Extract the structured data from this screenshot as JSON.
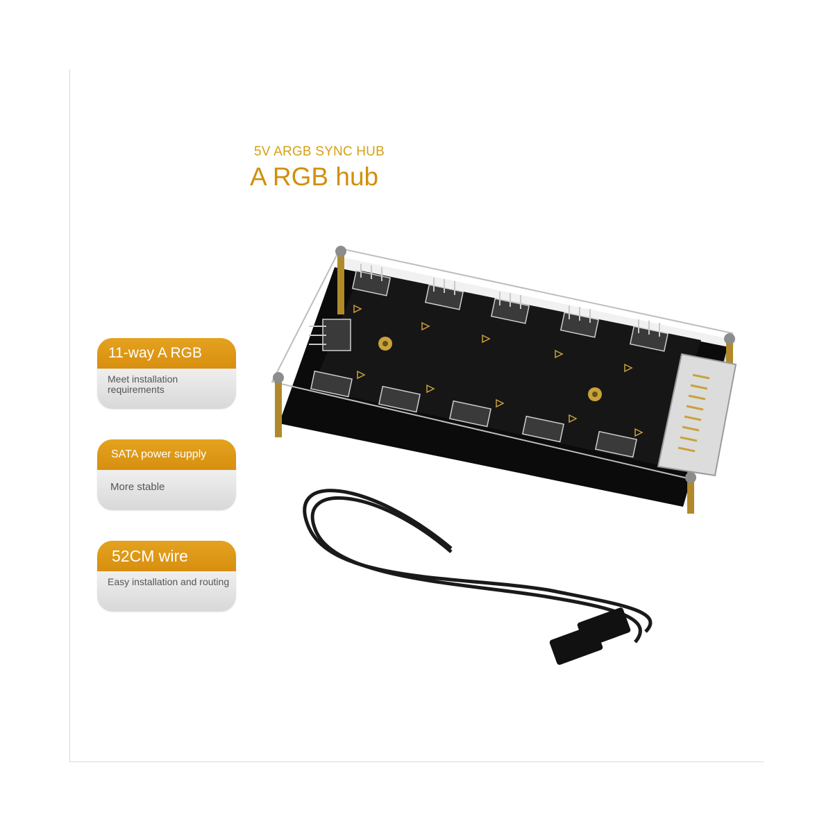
{
  "header": {
    "subtitle": "5V ARGB SYNC HUB",
    "title": "A RGB hub"
  },
  "features": [
    {
      "title": "11-way A RGB",
      "description": "Meet installation requirements"
    },
    {
      "title": "SATA power supply",
      "description": "More stable"
    },
    {
      "title": "52CM wire",
      "description": "Easy installation and routing"
    }
  ],
  "colors": {
    "accent": "#d88f0f",
    "accent_light": "#e3a21f",
    "card_body": "#e2e2e2",
    "board": "#141414"
  }
}
